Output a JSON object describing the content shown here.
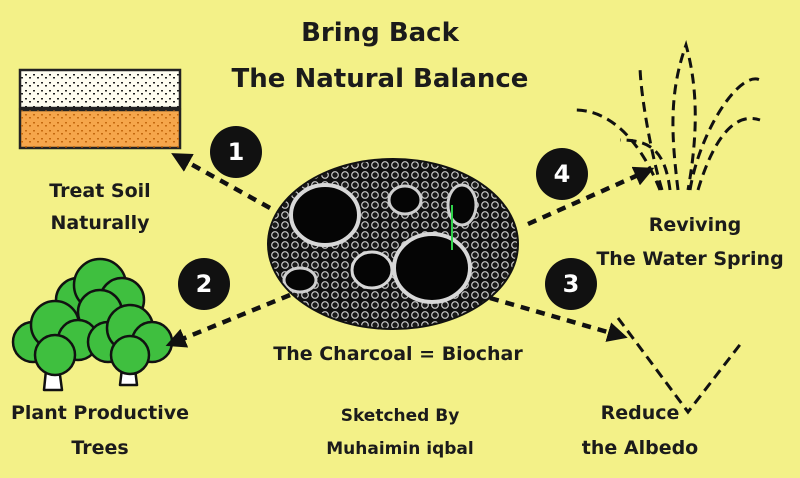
{
  "title": {
    "line1": "Bring Back",
    "line2": "The Natural Balance"
  },
  "center": {
    "label": "The Charcoal = Biochar",
    "image_icon": "biochar-micrograph-icon"
  },
  "steps": [
    {
      "number": "1",
      "line1": "Treat Soil",
      "line2": "Naturally",
      "icon": "soil-layers-icon"
    },
    {
      "number": "2",
      "line1": "Plant Productive",
      "line2": "Trees",
      "icon": "trees-icon"
    },
    {
      "number": "3",
      "line1": "Reduce",
      "line2": "the Albedo",
      "icon": "albedo-v-icon"
    },
    {
      "number": "4",
      "line1": "Reviving",
      "line2": "The Water Spring",
      "icon": "water-spring-icon"
    }
  ],
  "credit": {
    "line1": "Sketched By",
    "line2": "Muhaimin iqbal"
  },
  "colors": {
    "background": "#f3f188",
    "soil_top": "#fefdf0",
    "soil_bottom": "#f6a64b",
    "tree_green": "#3fbf3f",
    "badge": "#111111"
  }
}
